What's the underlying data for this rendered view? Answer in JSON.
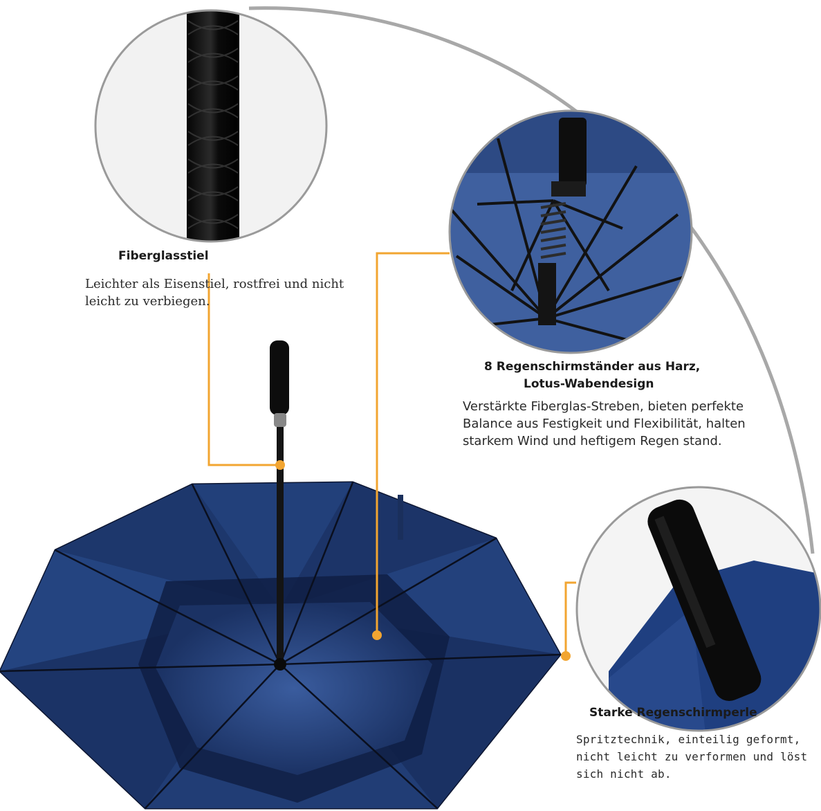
{
  "features": [
    {
      "title": "Fiberglasstiel",
      "description": "Leichter als Eisenstiel, rostfrei und nicht leicht zu verbiegen."
    },
    {
      "title_line1": "8 Regenschirmständer aus Harz,",
      "title_line2": "Lotus-Wabendesign",
      "description": "Verstärkte Fiberglas-Streben, bieten perfekte Balance aus Festigkeit und Flexibilität, halten starkem Wind und heftigem Regen stand."
    },
    {
      "title": "Starke Regenschirmperle",
      "description": "Spritztechnik, einteilig geformt, nicht leicht zu verformen und löst sich nicht ab."
    }
  ],
  "colors": {
    "canopy": "#1d3566",
    "canopy_dark": "#12234a",
    "canopy_light": "#2e4c86",
    "callout_line": "#f2a531",
    "circle_border": "#9a9a9a",
    "stick": "#111111"
  },
  "icons": [
    "umbrella-illustration",
    "fiberglass-shaft-closeup",
    "rib-frame-closeup",
    "tip-bead-closeup"
  ]
}
